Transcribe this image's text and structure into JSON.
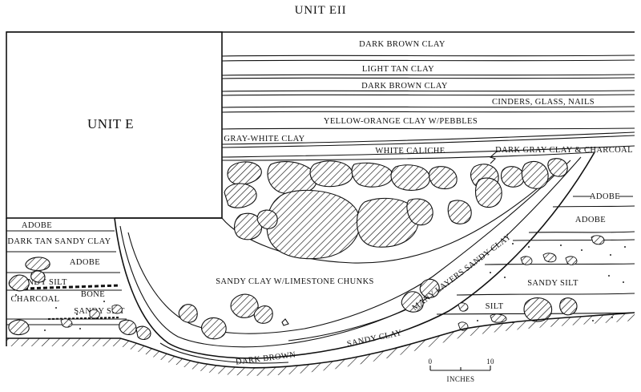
{
  "title": "UNIT EII",
  "unit_box_label": "UNIT E",
  "layers_right": {
    "dark_brown_clay_top": "DARK BROWN CLAY",
    "light_tan_clay": "LIGHT TAN CLAY",
    "dark_brown_clay_2": "DARK BROWN CLAY",
    "cinders": "CINDERS, GLASS, NAILS",
    "yellow_orange": "YELLOW-ORANGE CLAY W/PEBBLES",
    "gray_white": "GRAY-WHITE CLAY",
    "white_caliche": "WHITE CALICHE",
    "dark_gray_charcoal": "DARK GRAY CLAY & CHARCOAL",
    "adobe_dash": "ADOBE",
    "adobe": "ADOBE",
    "sandy_silt": "SANDY SILT",
    "silt": "SILT"
  },
  "layers_left": {
    "adobe_top": "ADOBE",
    "dark_tan": "DARK TAN SANDY CLAY",
    "adobe": "ADOBE",
    "sandy_silt": "SANDY SILT",
    "charcoal": "CHARCOAL",
    "bone": "BONE",
    "sandy_silt_2": "SANDY SILT"
  },
  "pit_labels": {
    "sandy_clay_chunks": "SANDY CLAY W/LIMESTONE CHUNKS",
    "many_layers": "MANY LAYERS SANDY CLAY",
    "sandy_clay": "SANDY CLAY",
    "dark_brown": "DARK BROWN"
  },
  "scale": {
    "start": "0",
    "end": "10",
    "unit": "INCHES"
  }
}
